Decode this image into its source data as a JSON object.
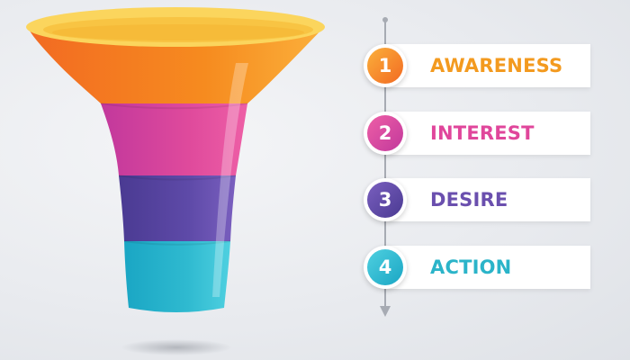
{
  "stages": [
    {
      "number": "1",
      "label": "AWARENESS",
      "color": "#f39a1f",
      "color_dark": "#f26a22"
    },
    {
      "number": "2",
      "label": "INTEREST",
      "color": "#e0469b",
      "color_dark": "#c43a9c"
    },
    {
      "number": "3",
      "label": "DESIRE",
      "color": "#6a4fae",
      "color_dark": "#503c96"
    },
    {
      "number": "4",
      "label": "ACTION",
      "color": "#2bb4c9",
      "color_dark": "#1d9fbf"
    }
  ],
  "colors": {
    "rim": "#fbd55d",
    "rim_inner": "#f7c33f",
    "timeline": "#a7abb3",
    "background": "#e9ebef"
  }
}
